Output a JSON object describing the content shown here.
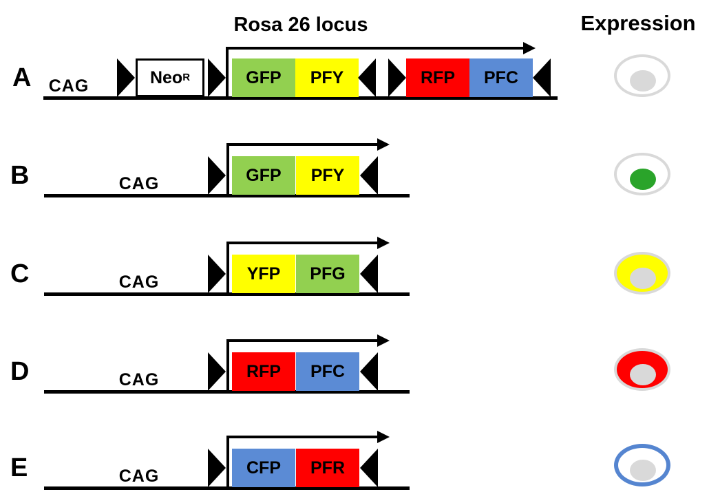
{
  "header": {
    "locus_title": "Rosa 26 locus",
    "expression_title": "Expression"
  },
  "colors": {
    "green": "#92d050",
    "yellow": "#ffff00",
    "red": "#ff0000",
    "blue": "#5b8bd5",
    "gray": "#d9d9d9",
    "nucleus_green": "#2aa42a",
    "membrane_blue": "#5585d0",
    "black": "#000000"
  },
  "rows": [
    {
      "label": "A",
      "promoter": "CAG",
      "neo": {
        "base": "Neo",
        "sup": "R"
      },
      "cassettes": [
        {
          "genes": [
            {
              "name": "GFP",
              "color": "#92d050"
            },
            {
              "name": "PFY",
              "color": "#ffff00"
            }
          ]
        },
        {
          "genes": [
            {
              "name": "RFP",
              "color": "#ff0000"
            },
            {
              "name": "PFC",
              "color": "#5b8bd5"
            }
          ]
        }
      ],
      "expression": {
        "cytoplasm": "#ffffff",
        "membrane": "#d9d9d9",
        "membrane_width": 4,
        "nucleus": "#d9d9d9"
      }
    },
    {
      "label": "B",
      "promoter": "CAG",
      "cassettes": [
        {
          "genes": [
            {
              "name": "GFP",
              "color": "#92d050"
            },
            {
              "name": "PFY",
              "color": "#ffff00"
            }
          ]
        }
      ],
      "expression": {
        "cytoplasm": "#ffffff",
        "membrane": "#d9d9d9",
        "membrane_width": 4,
        "nucleus": "#2aa42a"
      }
    },
    {
      "label": "C",
      "promoter": "CAG",
      "cassettes": [
        {
          "genes": [
            {
              "name": "YFP",
              "color": "#ffff00"
            },
            {
              "name": "PFG",
              "color": "#92d050"
            }
          ]
        }
      ],
      "expression": {
        "cytoplasm": "#ffff00",
        "membrane": "#d9d9d9",
        "membrane_width": 4,
        "nucleus": "#d9d9d9"
      }
    },
    {
      "label": "D",
      "promoter": "CAG",
      "cassettes": [
        {
          "genes": [
            {
              "name": "RFP",
              "color": "#ff0000"
            },
            {
              "name": "PFC",
              "color": "#5b8bd5"
            }
          ]
        }
      ],
      "expression": {
        "cytoplasm": "#ff0000",
        "membrane": "#d9d9d9",
        "membrane_width": 4,
        "nucleus": "#d9d9d9"
      }
    },
    {
      "label": "E",
      "promoter": "CAG",
      "cassettes": [
        {
          "genes": [
            {
              "name": "CFP",
              "color": "#5b8bd5"
            },
            {
              "name": "PFR",
              "color": "#ff0000"
            }
          ]
        }
      ],
      "expression": {
        "cytoplasm": "#ffffff",
        "membrane": "#5585d0",
        "membrane_width": 6,
        "nucleus": "#d9d9d9"
      }
    }
  ]
}
